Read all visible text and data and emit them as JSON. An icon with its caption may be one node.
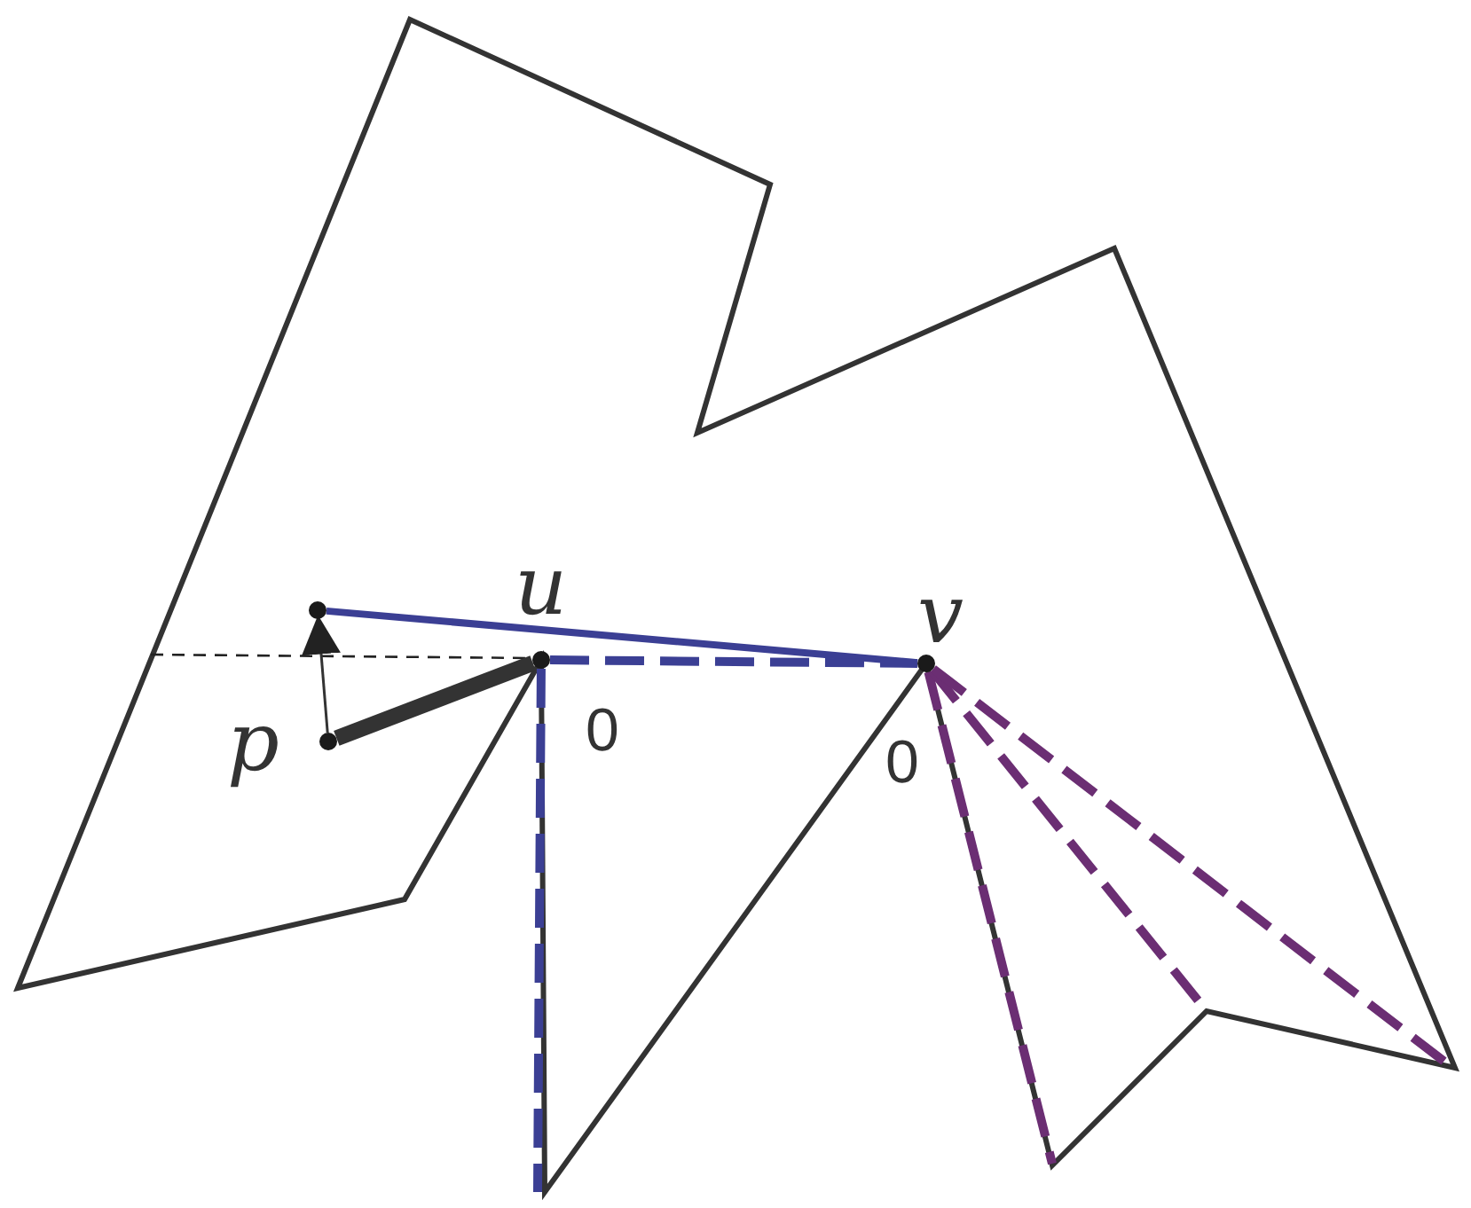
{
  "diagram": {
    "nodes": [
      {
        "text": [],
        "shape": "circle",
        "beside": [
          "p"
        ]
      },
      {
        "text": [],
        "shape": "circle"
      },
      {
        "text": [],
        "shape": "circle",
        "beside": [
          "u"
        ]
      },
      {
        "text": [],
        "shape": "circle",
        "beside": [
          "v"
        ]
      }
    ],
    "edges": [
      {
        "from": 0,
        "to": 1,
        "arrow": "to",
        "color": "#333333"
      },
      {
        "from": 0,
        "to": 2,
        "arrow": "none",
        "style": "thick",
        "color": "#333333"
      },
      {
        "from": 1,
        "to": 3,
        "arrow": "none",
        "color": "#3b3f94"
      },
      {
        "from": 2,
        "to": 3,
        "arrow": "none",
        "style": "dashed",
        "color": "#3b3f94"
      },
      {
        "from": 2,
        "to": null,
        "arrow": "none",
        "style": "dashed",
        "color": "#3b3f94"
      },
      {
        "from": 3,
        "to": null,
        "arrow": "none",
        "style": "dashed",
        "color": "#6b2e73"
      },
      {
        "from": 3,
        "to": null,
        "arrow": "none",
        "style": "dashed",
        "color": "#6b2e73"
      },
      {
        "from": 3,
        "to": null,
        "arrow": "none",
        "style": "dashed",
        "color": "#6b2e73"
      }
    ],
    "labels": [
      "0",
      "0"
    ]
  }
}
